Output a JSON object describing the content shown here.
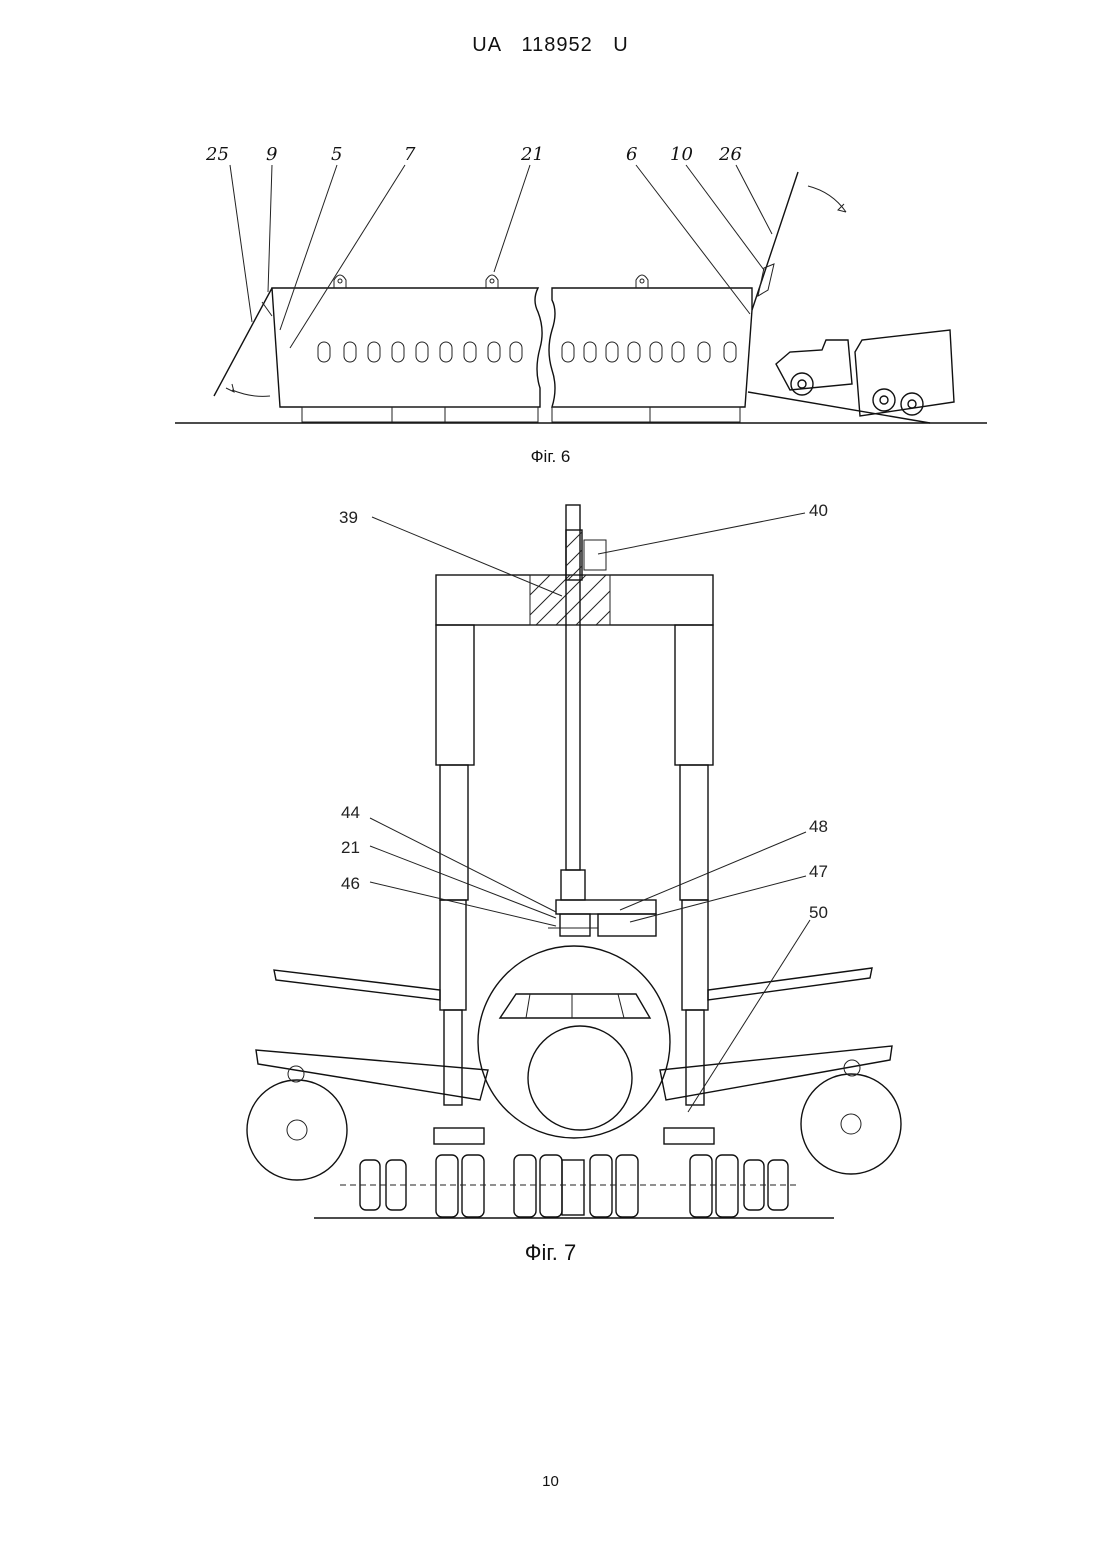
{
  "header": {
    "doc_number": "UA   118952   U"
  },
  "fig6": {
    "caption": "Фіг. 6",
    "labels": {
      "l25": "25",
      "l9": "9",
      "l5": "5",
      "l7": "7",
      "l21": "21",
      "l6": "6",
      "l10": "10",
      "l26": "26"
    }
  },
  "fig7": {
    "caption": "Фіг. 7",
    "labels": {
      "l39": "39",
      "l40": "40",
      "l44": "44",
      "l21": "21",
      "l46": "46",
      "l48": "48",
      "l47": "47",
      "l50": "50"
    }
  },
  "footer": {
    "page_number": "10"
  }
}
